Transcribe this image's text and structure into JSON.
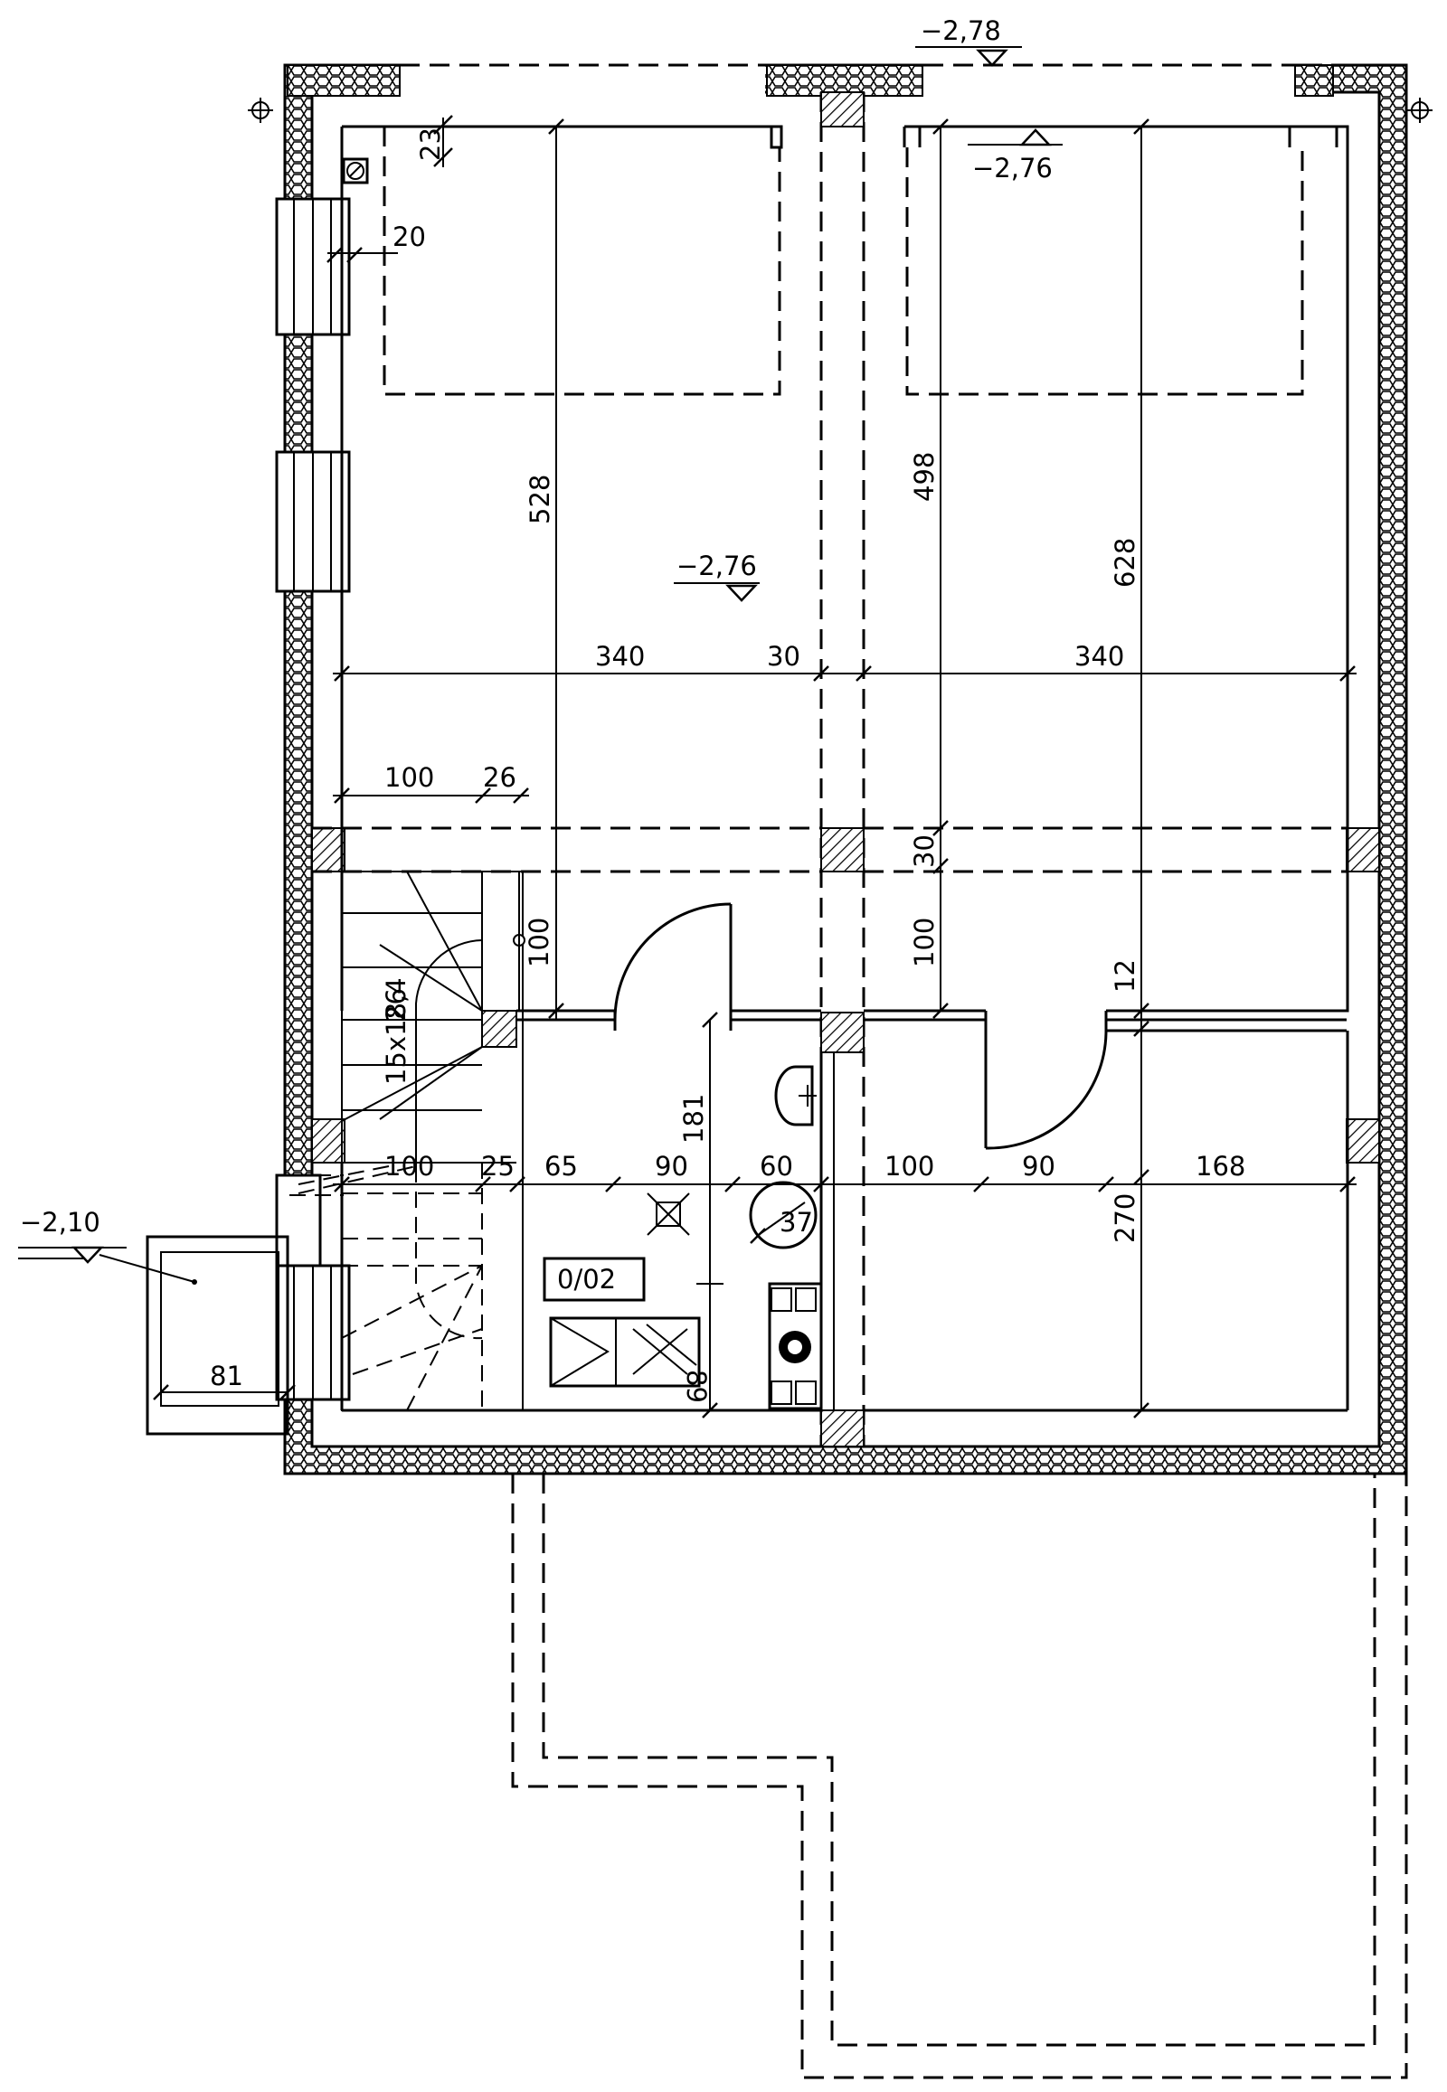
{
  "plan": {
    "room_label": "0/02",
    "levels": {
      "top": "−2,78",
      "top_right": "−2,76",
      "center": "−2,76",
      "entrance": "−2,10"
    },
    "dimensions": {
      "d23": "23",
      "d20": "20",
      "d528": "528",
      "d498": "498",
      "d628": "628",
      "d340a": "340",
      "d30a": "30",
      "d340b": "340",
      "d100a": "100",
      "d26a": "26",
      "d30b": "30",
      "d100v1": "100",
      "d100v2": "100",
      "d12": "12",
      "stairs": "15x18,4",
      "d26b": "26",
      "d181": "181",
      "d100b": "100",
      "d25": "25",
      "d65": "65",
      "d90a": "90",
      "d60": "60",
      "d100c": "100",
      "d90b": "90",
      "d168": "168",
      "d37": "37",
      "d270": "270",
      "d89": "89",
      "d81": "81"
    }
  }
}
